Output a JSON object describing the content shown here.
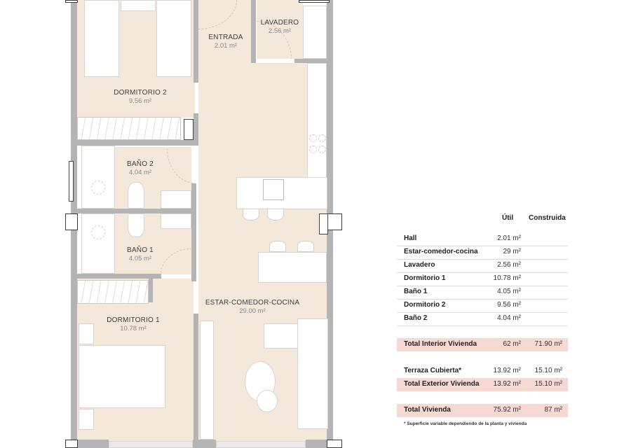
{
  "floor_plan": {
    "rooms": [
      {
        "id": "dormitorio-2",
        "label": "DORMITORIO 2",
        "area": "9.56 m²"
      },
      {
        "id": "entrada",
        "label": "ENTRADA",
        "area": "2.01 m²"
      },
      {
        "id": "lavadero",
        "label": "LAVADERO",
        "area": "2.56 m²"
      },
      {
        "id": "bano-2",
        "label": "BAÑO 2",
        "area": "4.04 m²"
      },
      {
        "id": "bano-1",
        "label": "BAÑO 1",
        "area": "4.05 m²"
      },
      {
        "id": "dormitorio-1",
        "label": "DORMITORIO 1",
        "area": "10.78 m²"
      },
      {
        "id": "estar-comedor-cocina",
        "label": "ESTAR-COMEDOR-COCINA",
        "area": "29.00 m²"
      }
    ],
    "colors": {
      "floor": "#f4e8da",
      "wall": "#b4b4b4",
      "highlight_row": "#f7d9d4"
    }
  },
  "surface_table": {
    "headers": {
      "util": "Útil",
      "construida": "Construida"
    },
    "rows": [
      {
        "name": "Hall",
        "util": "2.01 m²",
        "construida": ""
      },
      {
        "name": "Estar-comedor-cocina",
        "util": "29 m²",
        "construida": ""
      },
      {
        "name": "Lavadero",
        "util": "2.56 m²",
        "construida": ""
      },
      {
        "name": "Dormitorio 1",
        "util": "10.78 m²",
        "construida": ""
      },
      {
        "name": "Baño 1",
        "util": "4.05 m²",
        "construida": ""
      },
      {
        "name": "Dormitorio 2",
        "util": "9.56 m²",
        "construida": ""
      },
      {
        "name": "Baño 2",
        "util": "4.04 m²",
        "construida": ""
      }
    ],
    "total_interior": {
      "name": "Total Interior Vivienda",
      "util": "62 m²",
      "construida": "71.90 m²"
    },
    "terraza": {
      "name": "Terraza Cubierta*",
      "util": "13.92 m²",
      "construida": "15.10 m²"
    },
    "total_exterior": {
      "name": "Total Exterior Vivienda",
      "util": "13.92 m²",
      "construida": "15.10 m²"
    },
    "total_vivienda": {
      "name": "Total Vivienda",
      "util": "75.92 m²",
      "construida": "87 m²"
    },
    "footnote": "* Superficie variable dependiendo de la planta y vivienda"
  }
}
